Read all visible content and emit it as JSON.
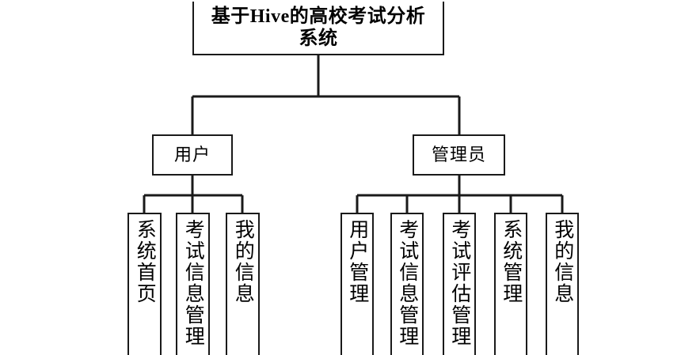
{
  "diagram": {
    "type": "org-chart",
    "title_node": {
      "label": "基于Hive的高校考试分析系统"
    },
    "branches": [
      {
        "id": "user",
        "label": "用户",
        "leaves": [
          {
            "label": "系统首页"
          },
          {
            "label": "考试信息管理"
          },
          {
            "label": "我的信息"
          }
        ]
      },
      {
        "id": "admin",
        "label": "管理员",
        "leaves": [
          {
            "label": "用户管理"
          },
          {
            "label": "考试信息管理"
          },
          {
            "label": "考试评估管理"
          },
          {
            "label": "系统管理"
          },
          {
            "label": "我的信息"
          }
        ]
      }
    ],
    "colors": {
      "line": "#1a1a1a",
      "background": "#ffffff",
      "text": "#000000"
    }
  }
}
